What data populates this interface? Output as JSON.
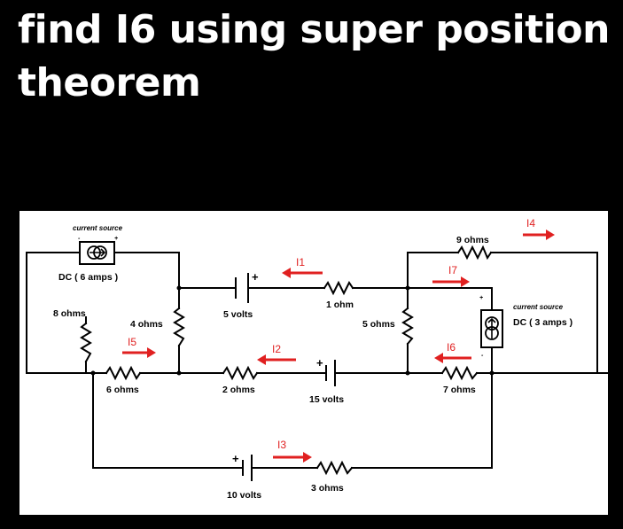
{
  "title": {
    "line1": "find I6 using super position",
    "line2": "theorem"
  },
  "colors": {
    "background": "#000000",
    "title_text": "#ffffff",
    "panel": "#ffffff",
    "wire": "#000000",
    "current_arrow": "#e02020"
  },
  "circuit": {
    "current_source_1": {
      "caption": "current source",
      "label": "DC ( 6 amps )"
    },
    "current_source_2": {
      "caption": "current source",
      "label": "DC ( 3 amps )"
    },
    "resistors": {
      "r8": "8 ohms",
      "r4": "4 ohms",
      "r6": "6 ohms",
      "r2": "2 ohms",
      "r1": "1 ohm",
      "r5": "5 ohms",
      "r7": "7 ohms",
      "r9": "9 ohms",
      "r3": "3 ohms"
    },
    "voltage_sources": {
      "v5": "5 volts",
      "v15": "15 volts",
      "v10": "10 volts"
    },
    "currents": {
      "i1": "I1",
      "i2": "I2",
      "i3": "I3",
      "i4": "I4",
      "i5": "I5",
      "i6": "I6",
      "i7": "I7"
    }
  }
}
